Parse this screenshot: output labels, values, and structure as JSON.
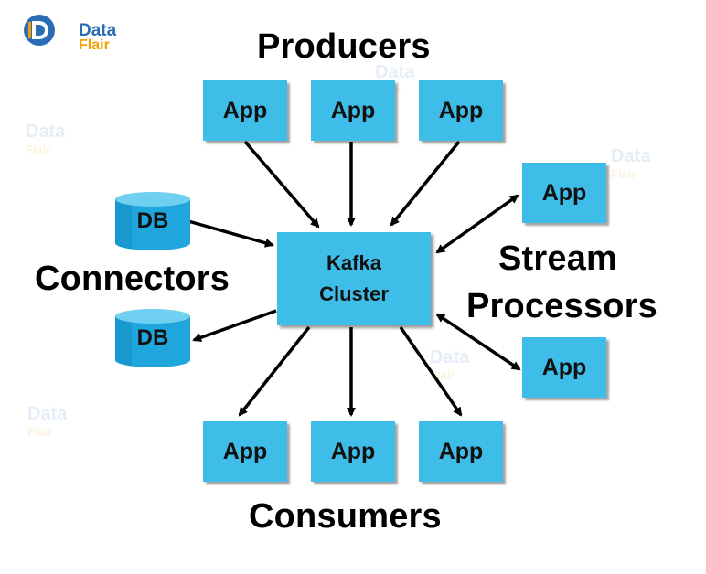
{
  "logo": {
    "word1": "Data",
    "word2": "Flair"
  },
  "headings": {
    "producers": "Producers",
    "connectors": "Connectors",
    "stream_line1": "Stream",
    "stream_line2": "Processors",
    "consumers": "Consumers"
  },
  "cluster": {
    "line1": "Kafka",
    "line2": "Cluster"
  },
  "nodes": {
    "app_label": "App",
    "db_label": "DB"
  },
  "colors": {
    "box_fill": "#3dbde8",
    "db_fill": "#2fb3e6",
    "arrow": "#000000",
    "text": "#111111"
  }
}
